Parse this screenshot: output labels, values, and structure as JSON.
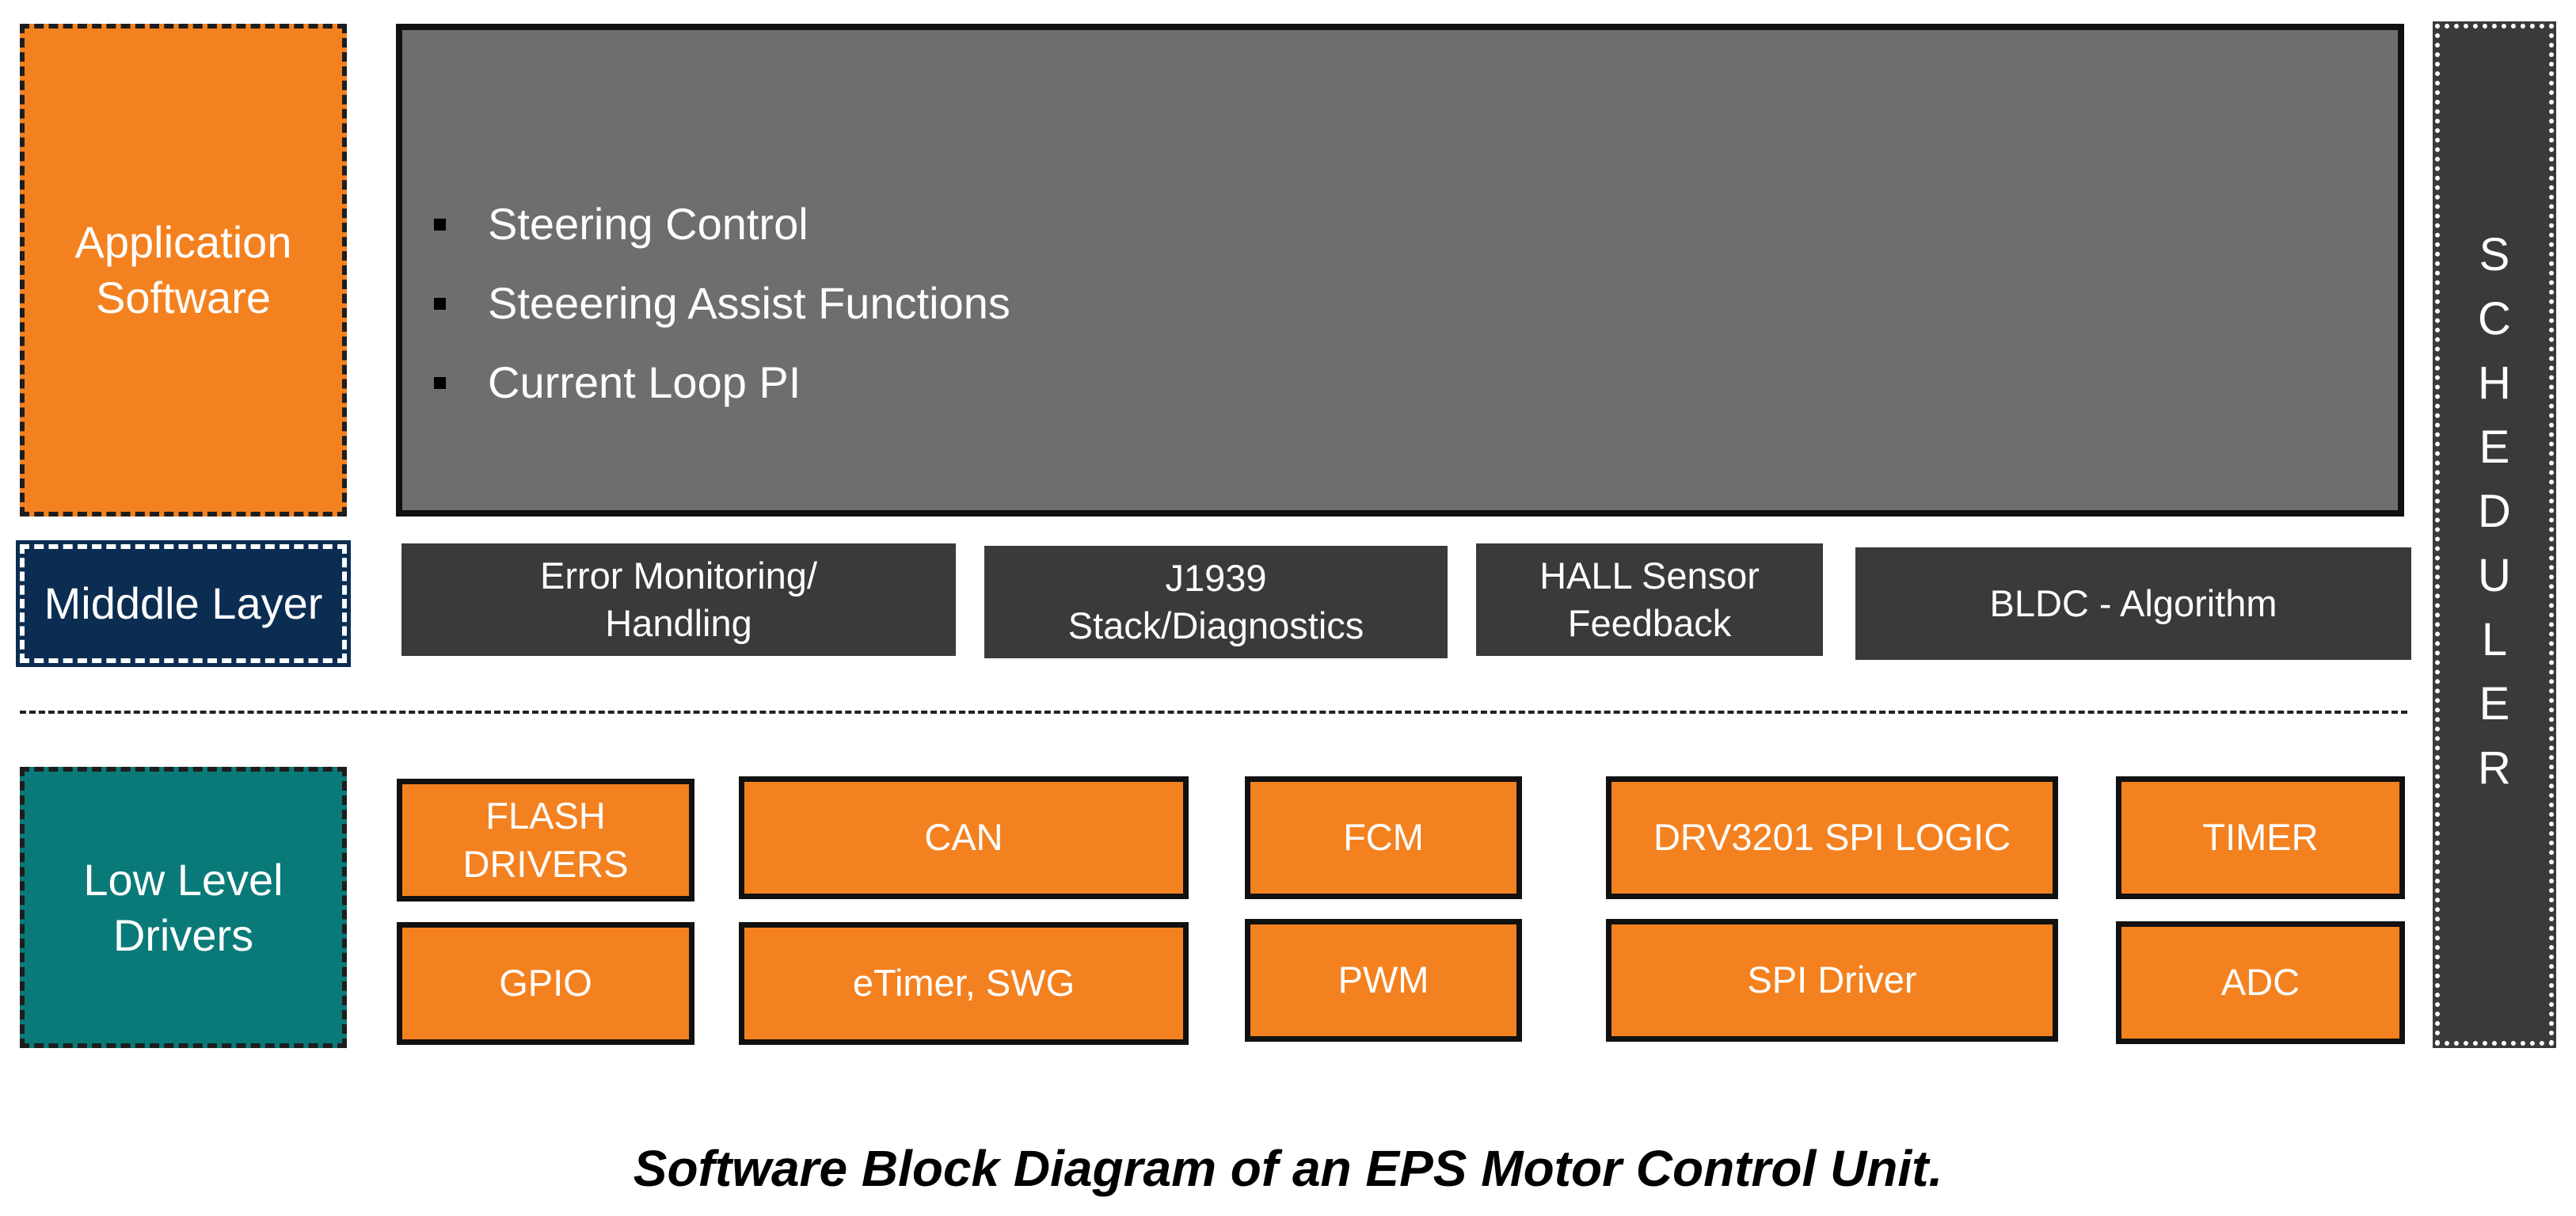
{
  "layers": {
    "application": "Application\nSoftware",
    "middle": "Midddle Layer",
    "low": "Low Level\nDrivers"
  },
  "application_items": [
    "Steering Control",
    "Steeering Assist Functions",
    "Current Loop PI"
  ],
  "middle_blocks": [
    "Error Monitoring/\nHandling",
    "J1939\nStack/Diagnostics",
    "HALL Sensor\nFeedback",
    "BLDC - Algorithm"
  ],
  "driver_blocks": [
    "FLASH\nDRIVERS",
    "CAN",
    "FCM",
    "DRV3201 SPI LOGIC",
    "TIMER",
    "GPIO",
    "eTimer, SWG",
    "PWM",
    "SPI Driver",
    "ADC"
  ],
  "scheduler": [
    "S",
    "C",
    "H",
    "E",
    "D",
    "U",
    "L",
    "E",
    "R"
  ],
  "caption": "Software Block Diagram of an EPS Motor Control Unit.",
  "colors": {
    "orange": "#f4811f",
    "navy": "#0b2d52",
    "teal": "#0a7a78",
    "app_gray": "#6e6e6e",
    "dark_gray": "#3a3a3a"
  }
}
